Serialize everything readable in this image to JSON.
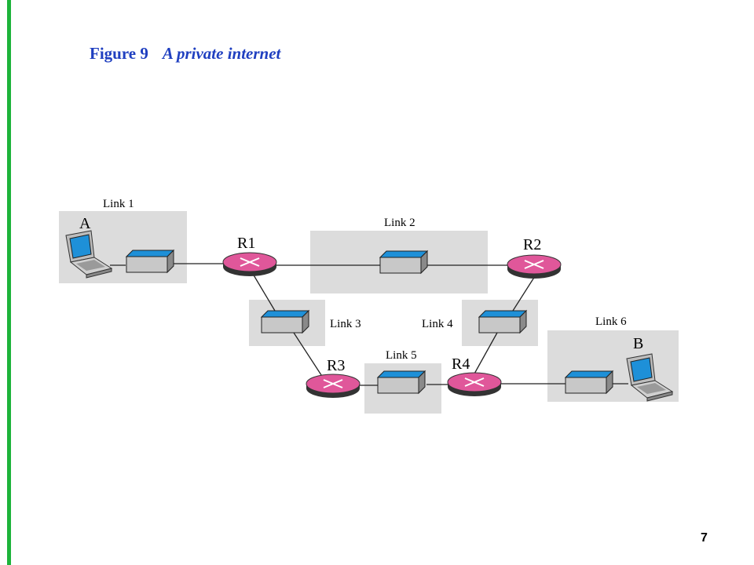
{
  "slide": {
    "figure_label": "Figure 9",
    "figure_caption": "A private internet",
    "page_number": "7"
  },
  "diagram": {
    "links": {
      "link1": "Link 1",
      "link2": "Link 2",
      "link3": "Link 3",
      "link4": "Link 4",
      "link5": "Link 5",
      "link6": "Link 6"
    },
    "routers": {
      "r1": "R1",
      "r2": "R2",
      "r3": "R3",
      "r4": "R4"
    },
    "hosts": {
      "a": "A",
      "b": "B"
    }
  },
  "colors": {
    "accent_bar": "#1db33a",
    "title": "#1f3fc0",
    "link_box": "#dcdcdc",
    "router": "#e0579a",
    "switch_top": "#1e90d8"
  }
}
